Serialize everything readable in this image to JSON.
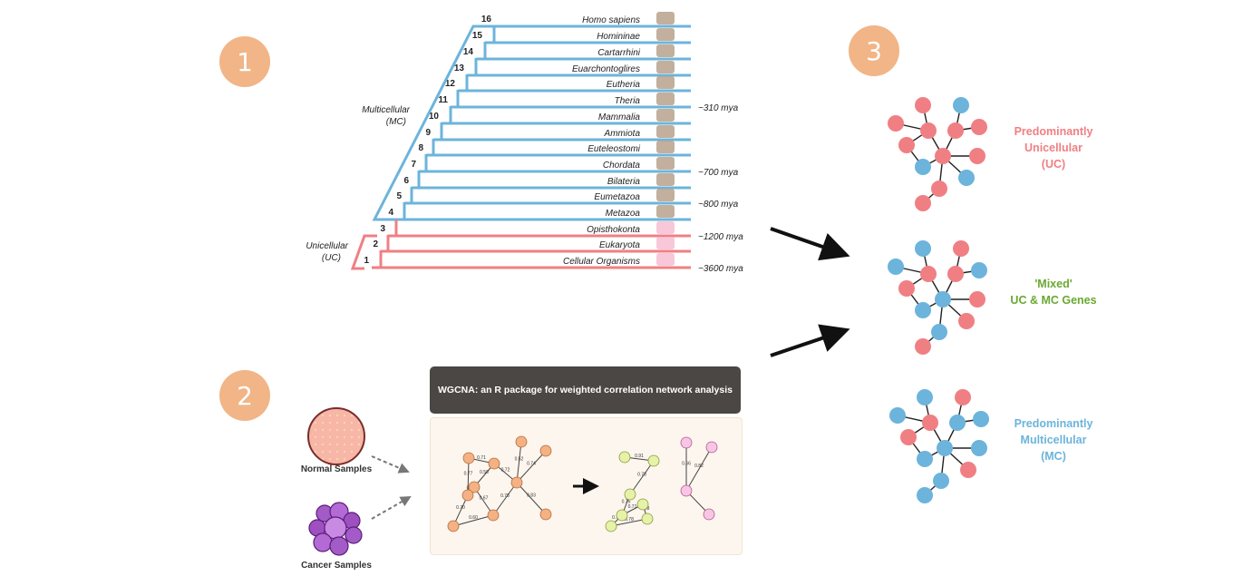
{
  "steps": [
    "1",
    "2",
    "3"
  ],
  "tree": {
    "taxa": [
      {
        "num": "16",
        "name": "Homo sapiens",
        "group": "mc"
      },
      {
        "num": "15",
        "name": "Homininae",
        "group": "mc"
      },
      {
        "num": "14",
        "name": "Cartarrhini",
        "group": "mc"
      },
      {
        "num": "13",
        "name": "Euarchontoglires",
        "group": "mc"
      },
      {
        "num": "12",
        "name": "Eutheria",
        "group": "mc"
      },
      {
        "num": "11",
        "name": "Theria",
        "group": "mc"
      },
      {
        "num": "10",
        "name": "Mammalia",
        "group": "mc"
      },
      {
        "num": "9",
        "name": "Ammiota",
        "group": "mc"
      },
      {
        "num": "8",
        "name": "Euteleostomi",
        "group": "mc"
      },
      {
        "num": "7",
        "name": "Chordata",
        "group": "mc"
      },
      {
        "num": "6",
        "name": "Bilateria",
        "group": "mc"
      },
      {
        "num": "5",
        "name": "Eumetazoa",
        "group": "mc"
      },
      {
        "num": "4",
        "name": "Metazoa",
        "group": "mc"
      },
      {
        "num": "3",
        "name": "Opisthokonta",
        "group": "uc"
      },
      {
        "num": "2",
        "name": "Eukaryota",
        "group": "uc"
      },
      {
        "num": "1",
        "name": "Cellular Organisms",
        "group": "uc"
      }
    ],
    "mya": [
      {
        "taxon": "Theria",
        "label": "~310 mya"
      },
      {
        "taxon": "Chordata",
        "label": "~700 mya"
      },
      {
        "taxon": "Eumetazoa",
        "label": "~800 mya"
      },
      {
        "taxon": "Opisthokonta",
        "label": "~1200 mya"
      },
      {
        "taxon": "Cellular Organisms",
        "label": "~3600 mya"
      }
    ],
    "multicellular_label": [
      "Multicellular",
      "(MC)"
    ],
    "unicellular_label": [
      "Unicellular",
      "(UC)"
    ]
  },
  "wgcna_title": "WGCNA: an R package for weighted correlation network analysis",
  "samples": {
    "normal": "Normal Samples",
    "cancer": "Cancer Samples"
  },
  "network_left_edge_labels": [
    "0.52",
    "0.74",
    "0.71",
    "0.77",
    "0.72",
    "0.50",
    "0.85",
    "0.67",
    "0.70",
    "0.60",
    "0.78",
    "0.83"
  ],
  "network_right_edge_labels": [
    "0.91",
    "0.78",
    "0.75",
    "0.71",
    "0.72",
    "0.78",
    "0.48",
    "0.66",
    "0.82"
  ],
  "categories": [
    {
      "lines": [
        "Predominantly",
        "Unicellular",
        "(UC)"
      ],
      "color": "#f07f83"
    },
    {
      "lines": [
        "'Mixed'",
        "UC & MC Genes"
      ],
      "color": "#6aa832"
    },
    {
      "lines": [
        "Predominantly",
        "Multicellular",
        "(MC)"
      ],
      "color": "#6cb4db"
    }
  ],
  "colors": {
    "mc": "#6cb4db",
    "uc": "#f07f83",
    "step": "#f1b587",
    "header": "#4a4744"
  }
}
